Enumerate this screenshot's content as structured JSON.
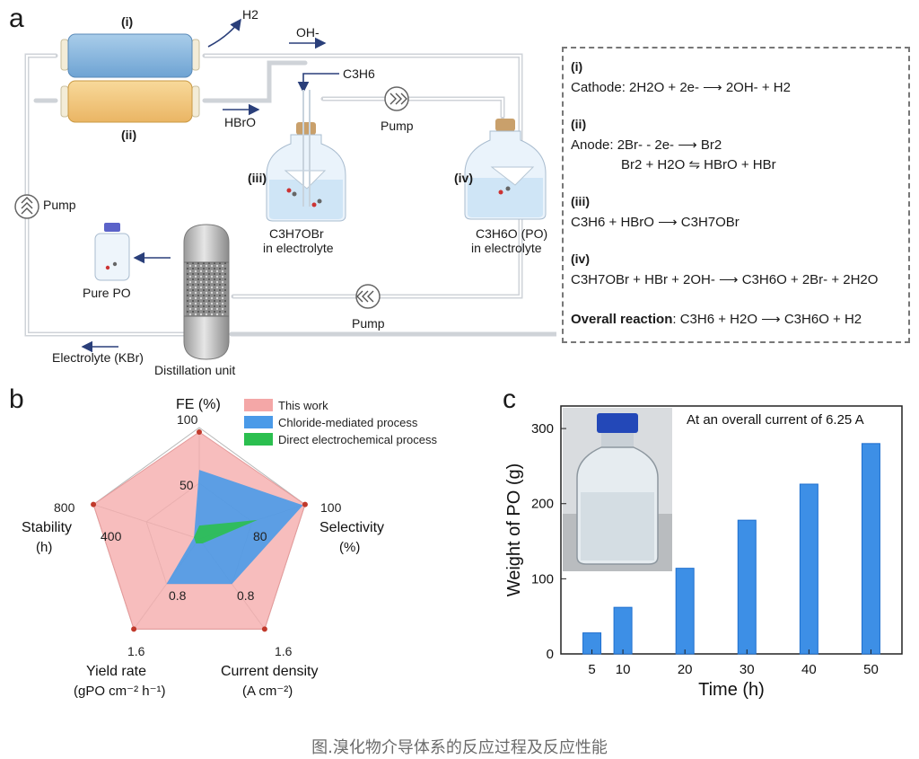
{
  "panels": {
    "a": "a",
    "b": "b",
    "c": "c"
  },
  "schematic": {
    "cell_i": "(i)",
    "cell_ii": "(ii)",
    "h2": "H2",
    "oh": "OH-",
    "hbro": "HBrO",
    "c3h6": "C3H6",
    "pump_top": "Pump",
    "pump_left": "Pump",
    "pump_bottom": "Pump",
    "vessel_iii": "(iii)",
    "vessel_iv": "(iv)",
    "vessel_iii_label_1": "C3H7OBr",
    "vessel_iii_label_2": "in electrolyte",
    "vessel_iv_label_1": "C3H6O (PO)",
    "vessel_iv_label_2": "in electrolyte",
    "pure_po": "Pure PO",
    "electrolyte": "Electrolyte (KBr)",
    "distillation": "Distillation unit"
  },
  "equations": {
    "i_head": "(i)",
    "i_eq": "Cathode: 2H2O + 2e- ⟶ 2OH- + H2",
    "ii_head": "(ii)",
    "ii_eq1": "Anode: 2Br- - 2e- ⟶ Br2",
    "ii_eq2": "Br2 + H2O ⇋ HBrO + HBr",
    "iii_head": "(iii)",
    "iii_eq": "C3H6 + HBrO ⟶ C3H7OBr",
    "iv_head": "(iv)",
    "iv_eq": "C3H7OBr + HBr + 2OH- ⟶ C3H6O + 2Br- + 2H2O",
    "overall_label": "Overall reaction",
    "overall_eq": ": C3H6 + H2O ⟶ C3H6O + H2"
  },
  "radar": {
    "legend": [
      {
        "name": "This work",
        "color": "#f4a7a7"
      },
      {
        "name": "Chloride-mediated process",
        "color": "#4a9ae8"
      },
      {
        "name": "Direct electrochemical process",
        "color": "#2bbf4f"
      }
    ],
    "axes": [
      {
        "label1": "FE (%)",
        "label2": "",
        "ticks": [
          "100",
          "50"
        ]
      },
      {
        "label1": "Selectivity",
        "label2": "(%)",
        "ticks": [
          "100",
          "80"
        ]
      },
      {
        "label1": "Current density",
        "label2": "(A cm⁻²)",
        "ticks": [
          "1.6",
          "0.8"
        ]
      },
      {
        "label1": "Yield rate",
        "label2": "(gPO cm⁻² h⁻¹)",
        "ticks": [
          "1.6",
          "0.8"
        ]
      },
      {
        "label1": "Stability",
        "label2": "(h)",
        "ticks": [
          "800",
          "400"
        ]
      }
    ],
    "series": [
      {
        "name": "This work",
        "values": [
          0.96,
          1.0,
          1.0,
          1.0,
          1.0
        ]
      },
      {
        "name": "Chloride-mediated process",
        "values": [
          0.62,
          0.98,
          0.5,
          0.5,
          0.05
        ]
      },
      {
        "name": "Direct electrochemical process",
        "values": [
          0.12,
          0.55,
          0.05,
          0.05,
          0.05
        ]
      }
    ]
  },
  "chart_data": {
    "type": "bar",
    "title": "At an overall current of 6.25 A",
    "xlabel": "Time (h)",
    "ylabel": "Weight of PO (g)",
    "categories": [
      "5",
      "10",
      "20",
      "30",
      "40",
      "50"
    ],
    "x": [
      5,
      10,
      20,
      30,
      40,
      50
    ],
    "values": [
      28,
      62,
      114,
      178,
      226,
      280
    ],
    "ylim": [
      0,
      330
    ],
    "xlim": [
      0,
      55
    ],
    "yticks": [
      0,
      100,
      200,
      300
    ],
    "color": "#3d8fe6"
  },
  "caption": "图.溴化物介导体系的反应过程及反应性能"
}
